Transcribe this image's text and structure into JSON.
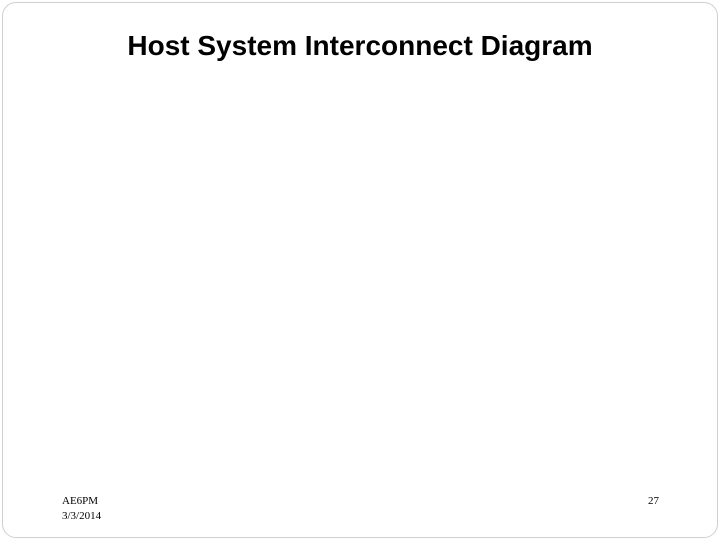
{
  "slide": {
    "title": "Host System Interconnect Diagram",
    "footer": {
      "author": "AE6PM",
      "date": "3/3/2014",
      "page_number": "27"
    }
  },
  "colors": {
    "background": "#ffffff",
    "border": "#cfcfcf",
    "text": "#000000"
  }
}
